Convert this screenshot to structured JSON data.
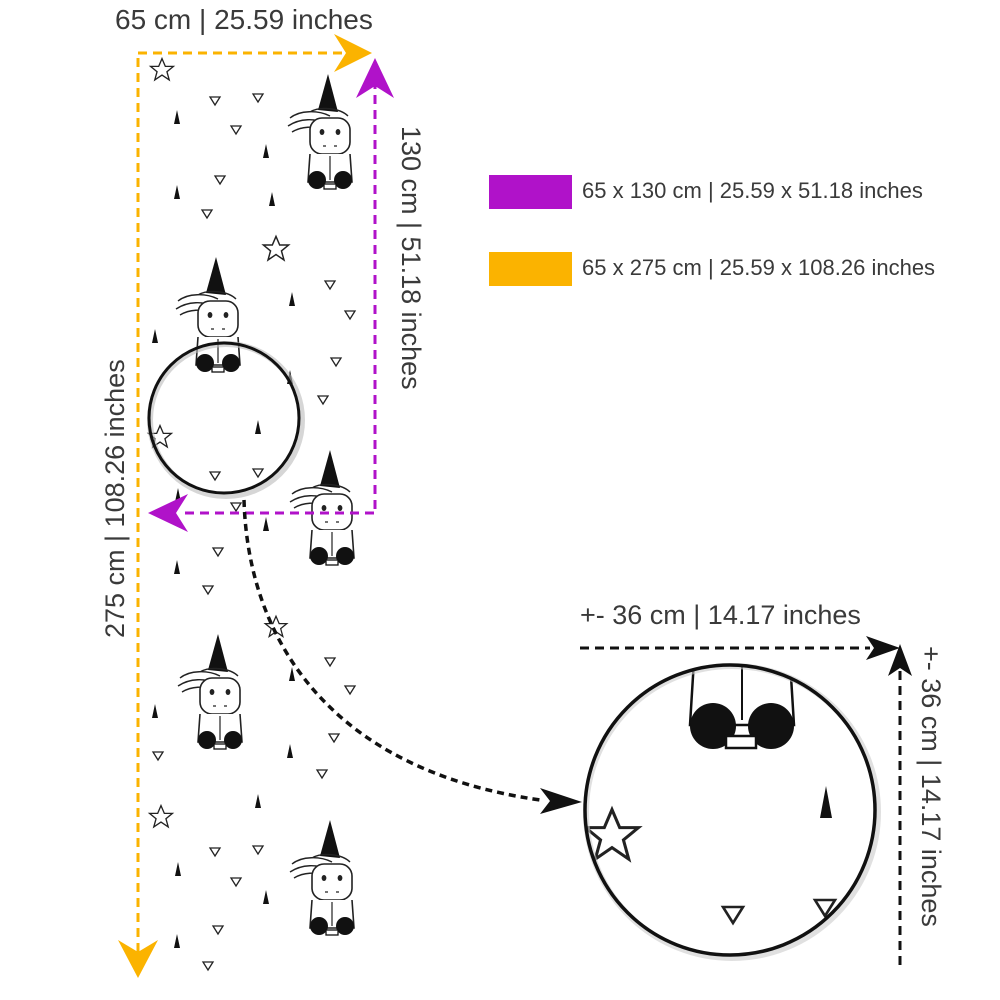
{
  "top_width_label": "65 cm | 25.59 inches",
  "height_130_label": "130 cm | 51.18 inches",
  "height_275_label": "275 cm | 108.26 inches",
  "legend": [
    {
      "color": "#b012c9",
      "label": "65 x 130 cm | 25.59 x 51.18 inches"
    },
    {
      "color": "#fbb300",
      "label": "65 x 275 cm | 25.59 x 108.26 inches"
    }
  ],
  "sample_width_label": "+- 36 cm | 14.17 inches",
  "sample_height_label": "+- 36 cm | 14.17 inches",
  "colors": {
    "purple": "#b012c9",
    "orange": "#fbb300",
    "dark": "#222222"
  }
}
